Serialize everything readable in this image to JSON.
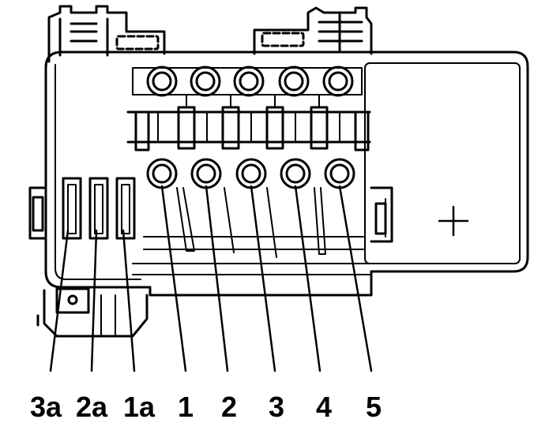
{
  "labels": {
    "fuse_3a": "3a",
    "fuse_2a": "2a",
    "fuse_1a": "1a",
    "fuse_1": "1",
    "fuse_2": "2",
    "fuse_3": "3",
    "fuse_4": "4",
    "fuse_5": "5",
    "plus_sign": "+"
  },
  "colors": {
    "line": "#000000",
    "fill": "#ffffff"
  }
}
